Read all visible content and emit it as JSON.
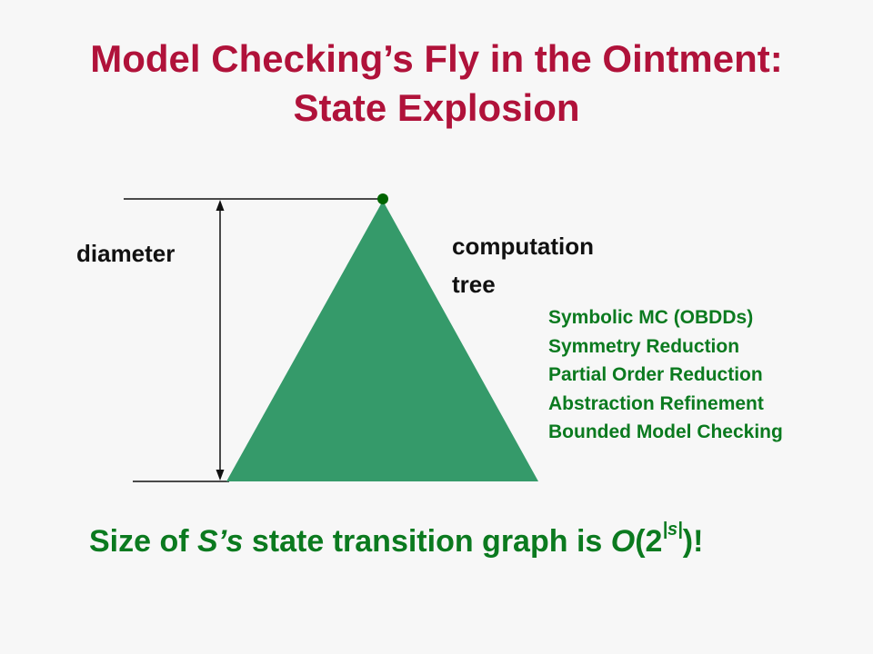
{
  "slide": {
    "title_line1": "Model Checking’s Fly in the Ointment:",
    "title_line2": "State Explosion",
    "diameter_label": "diameter",
    "tree_label_line1": "computation",
    "tree_label_line2": "tree",
    "techniques": [
      "Symbolic MC (OBDDs)",
      "Symmetry Reduction",
      "Partial Order Reduction",
      "Abstraction Refinement",
      "Bounded Model Checking"
    ],
    "footer": {
      "p1": "Size of ",
      "p2": "S’s",
      "p3": " state transition graph is ",
      "p4": "O",
      "p5": "(2",
      "p6": "|s|",
      "p7": ")!"
    }
  },
  "colors": {
    "title": "#b0123a",
    "tree_fill": "#359a6a",
    "root_dot": "#006400",
    "technique_text": "#0b7a1f"
  }
}
